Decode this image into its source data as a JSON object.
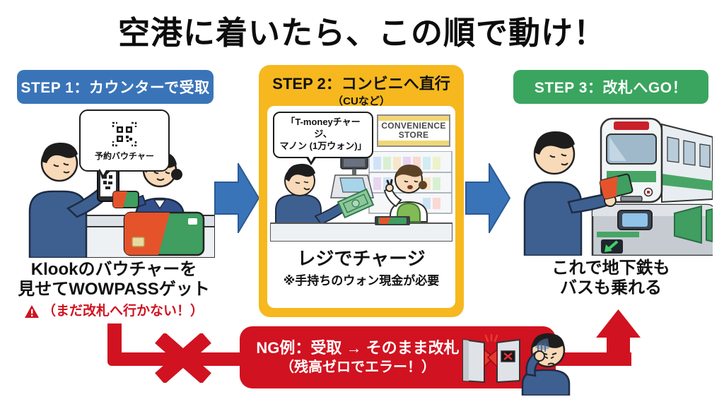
{
  "page": {
    "title": "空港に着いたら、この順で動け！"
  },
  "colors": {
    "step1_blue": "#3a74b8",
    "step2_yellow": "#f6b81e",
    "step3_green": "#3aa55f",
    "ng_red": "#d11220",
    "arrow_blue": "#3a74b8",
    "card_orange": "#e5532b",
    "card_green": "#3f9e60"
  },
  "steps": [
    {
      "header": "STEP 1：カウンターで受取",
      "bubble_label": "予約バウチャー",
      "caption_line1": "Klookのバウチャーを",
      "caption_line2": "見せてWOWPASSゲット",
      "warning": "（まだ改札へ行かない！）"
    },
    {
      "header": "STEP 2：コンビニへ直行",
      "subheader": "（CUなど）",
      "bubble_line1": "「T-moneyチャージ、",
      "bubble_line2": "マノン (1万ウォン)」",
      "sign_line1": "CONVENIENCE",
      "sign_line2": "STORE",
      "caption_line1": "レジでチャージ",
      "caption_line2": "※手持ちのウォン現金が必要"
    },
    {
      "header": "STEP 3：改札へGO！",
      "caption_line1": "これで地下鉄も",
      "caption_line2": "バスも乗れる"
    }
  ],
  "ng": {
    "line1": "NG例：受取 → そのまま改札",
    "line2": "（残高ゼロでエラー！）"
  },
  "icons": {
    "warning": "⚠",
    "arrow_right": "→",
    "x_mark": "✕",
    "arrow_up": "↑"
  }
}
